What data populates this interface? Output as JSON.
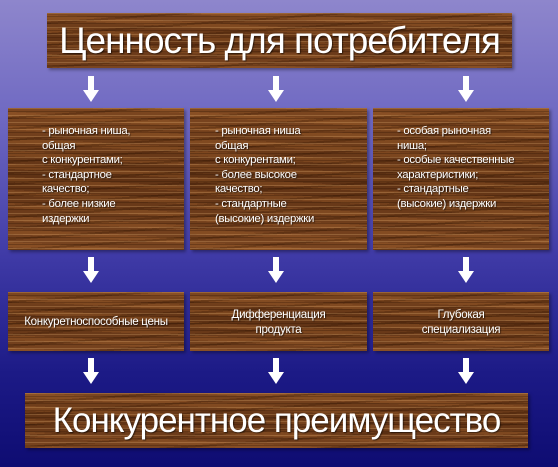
{
  "top": {
    "title": "Ценность для потребителя"
  },
  "columns": [
    {
      "conditions": [
        "- рыночная ниша,",
        "общая",
        "с конкурентами;",
        "- стандартное",
        "качество;",
        "- более низкие",
        "издержки"
      ],
      "strategy": "Конкуретноспособные цены"
    },
    {
      "conditions": [
        "- рыночная ниша",
        "общая",
        "с конкурентами;",
        "- более высокое",
        "качество;",
        "- стандартные",
        "(высокие) издержки"
      ],
      "strategy": "Дифференциация продукта"
    },
    {
      "conditions": [
        "- особая рыночная",
        "ниша;",
        "- особые качественные",
        "характеристики;",
        "- стандартные",
        "(высокие) издержки"
      ],
      "strategy": "Глубокая специализация"
    }
  ],
  "bottom": {
    "title": "Конкурентное преимущество"
  },
  "colors": {
    "background_top": "#8e86cc",
    "background_bottom": "#0e0c72",
    "wood": "#6e3d1a",
    "text": "#ffffff",
    "arrow": "#ffffff"
  }
}
